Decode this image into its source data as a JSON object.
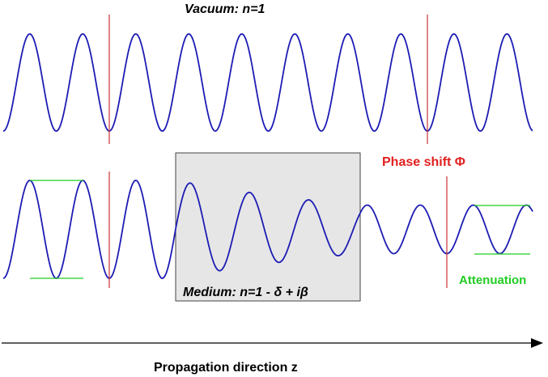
{
  "labels": {
    "vacuum": "Vacuum: n=1",
    "medium": "Medium: n=1 - δ + iβ",
    "phase_shift": "Phase shift Φ",
    "attenuation": "Attenuation",
    "axis": "Propagation direction z"
  },
  "colors": {
    "wave": "#1c1cb4",
    "marker": "#c83232",
    "phase_text": "#e02020",
    "attenuation": "#22cc22",
    "medium_fill": "#e6e6e6",
    "medium_border": "#444444",
    "axis": "#000000",
    "text": "#000000"
  }
}
